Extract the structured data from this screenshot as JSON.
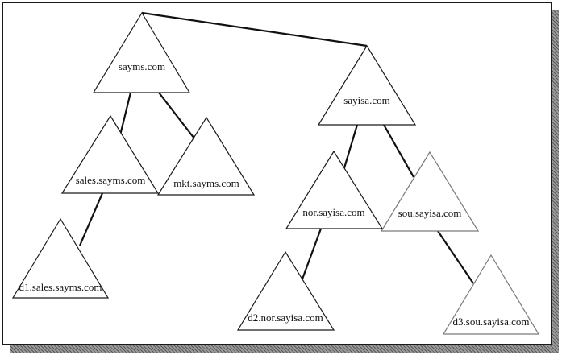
{
  "nodes": [
    {
      "id": "sayms",
      "label": "sayms.com"
    },
    {
      "id": "sayisa",
      "label": "sayisa.com"
    },
    {
      "id": "sales",
      "label": "sales.sayms.com"
    },
    {
      "id": "mkt",
      "label": "mkt.sayms.com"
    },
    {
      "id": "d1",
      "label": "d1.sales.sayms.com"
    },
    {
      "id": "nor",
      "label": "nor.sayisa.com"
    },
    {
      "id": "sou",
      "label": "sou.sayisa.com"
    },
    {
      "id": "d2",
      "label": "d2.nor.sayisa.com"
    },
    {
      "id": "d3",
      "label": "d3.sou.sayisa.com"
    }
  ],
  "edges": [
    {
      "from": "sayms",
      "to": "sayisa"
    },
    {
      "from": "sayms",
      "to": "sales"
    },
    {
      "from": "sayms",
      "to": "mkt"
    },
    {
      "from": "sales",
      "to": "d1"
    },
    {
      "from": "sayisa",
      "to": "nor"
    },
    {
      "from": "sayisa",
      "to": "sou"
    },
    {
      "from": "nor",
      "to": "d2"
    },
    {
      "from": "sou",
      "to": "d3"
    }
  ]
}
